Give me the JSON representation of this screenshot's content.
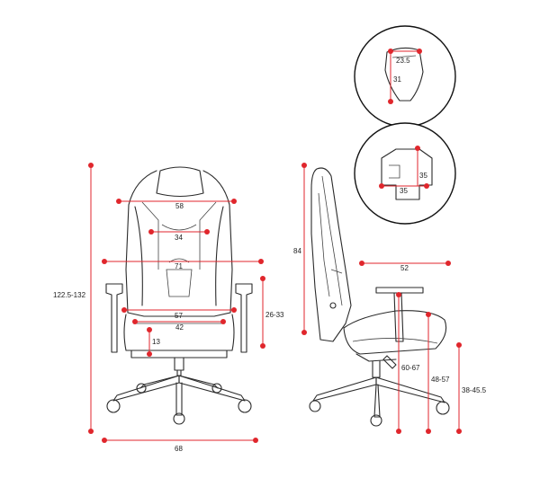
{
  "labels": {
    "total_height": "122.5-132",
    "backrest_width": "58",
    "headrest_width": "34",
    "back_height": "71",
    "seat_width_back": "57",
    "seat_width_front": "42",
    "armrest_height": "26-33",
    "seat_thickness": "13",
    "base_width": "68",
    "side_height": "84",
    "seat_depth": "52",
    "floor_to_armrest": "60-67",
    "floor_to_seat_a": "48-57",
    "floor_to_seat_b": "38-45.5",
    "armpad_width": "23.5",
    "armpad_length": "31",
    "lumbar_height": "35",
    "lumbar_width": "35"
  },
  "colors": {
    "dimension": "#e0262c",
    "outline": "#2b2b2b"
  }
}
